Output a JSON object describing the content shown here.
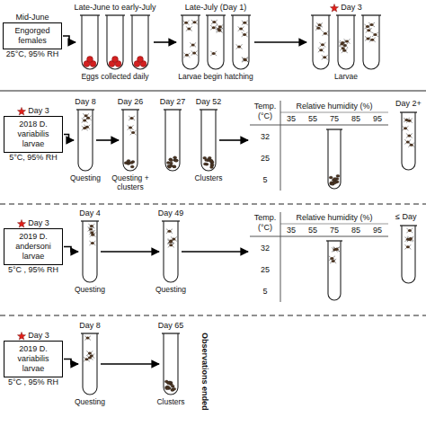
{
  "diagram": {
    "nodes": [
      {
        "text": [
          "Mid-June",
          "Engorged females",
          "25°C, 95% RH"
        ]
      },
      {
        "text": [
          "Late-June to early-July",
          "Eggs collected daily"
        ]
      },
      {
        "text": [
          "Late-July (Day 1)",
          "Larvae begin hatching"
        ]
      },
      {
        "text": [
          "Day 3",
          "Larvae"
        ]
      },
      {
        "text": [
          "Day 3",
          "2018 D. variabilis larvae",
          "5°C, 95% RH"
        ]
      },
      {
        "text": [
          "Day 8",
          "Questing"
        ]
      },
      {
        "text": [
          "Day 26",
          "Questing + clusters"
        ]
      },
      {
        "text": [
          "Day 27"
        ]
      },
      {
        "text": [
          "Day 52",
          "Clusters"
        ]
      },
      {
        "text": [
          "Temp. (°C)",
          "Relative humidity (%)",
          "35",
          "55",
          "75",
          "85",
          "95",
          "32",
          "25",
          "5"
        ]
      },
      {
        "text": [
          "Day 3",
          "2019 D. andersoni larvae",
          "5°C , 95% RH"
        ]
      },
      {
        "text": [
          "Day 4",
          "Questing"
        ]
      },
      {
        "text": [
          "Day 49",
          "Questing"
        ]
      },
      {
        "text": [
          "Temp. (°C)",
          "Relative humidity (%)",
          "35",
          "55",
          "75",
          "85",
          "95",
          "32",
          "25",
          "5"
        ]
      },
      {
        "text": [
          "Day 3",
          "2019 D. variabilis larvae",
          "5°C , 95% RH"
        ]
      },
      {
        "text": [
          "Day 8",
          "Questing"
        ]
      },
      {
        "text": [
          "Day 65",
          "Clusters"
        ]
      }
    ],
    "edges": [
      {
        "from": 0,
        "to": 1,
        "arrow": "to"
      },
      {
        "from": 1,
        "to": 2,
        "arrow": "to"
      },
      {
        "from": 2,
        "to": 3,
        "arrow": "to"
      },
      {
        "from": 4,
        "to": 5,
        "arrow": "to"
      },
      {
        "from": 5,
        "to": 6,
        "arrow": "to"
      },
      {
        "from": 8,
        "to": 9,
        "arrow": "to"
      },
      {
        "from": 10,
        "to": 11,
        "arrow": "to"
      },
      {
        "from": 11,
        "to": 12,
        "arrow": "to"
      },
      {
        "from": 12,
        "to": 13,
        "arrow": "to"
      },
      {
        "from": 14,
        "to": 15,
        "arrow": "to"
      },
      {
        "from": 15,
        "to": 16,
        "arrow": "to"
      }
    ],
    "labels": [
      "Day 2+",
      "≤ Day",
      "Observations ended"
    ]
  }
}
